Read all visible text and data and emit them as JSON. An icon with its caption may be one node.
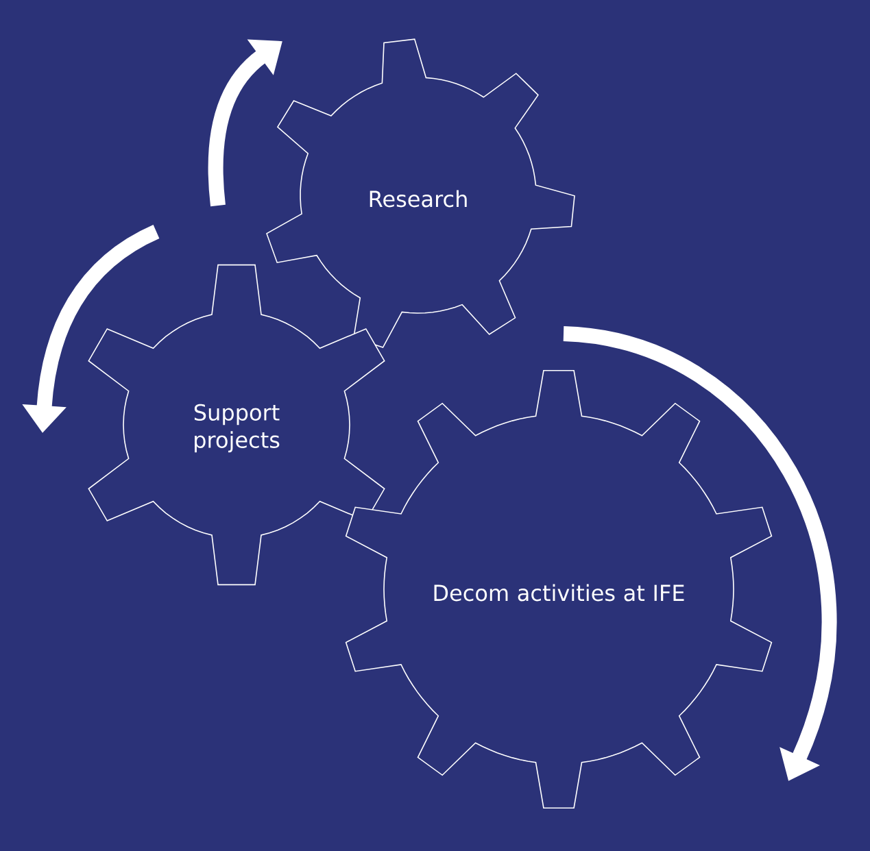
{
  "diagram": {
    "nodes": [
      {
        "text": [
          "Research"
        ]
      },
      {
        "text": [
          "Support projects"
        ]
      },
      {
        "text": [
          "Decom activities at IFE"
        ]
      }
    ]
  }
}
